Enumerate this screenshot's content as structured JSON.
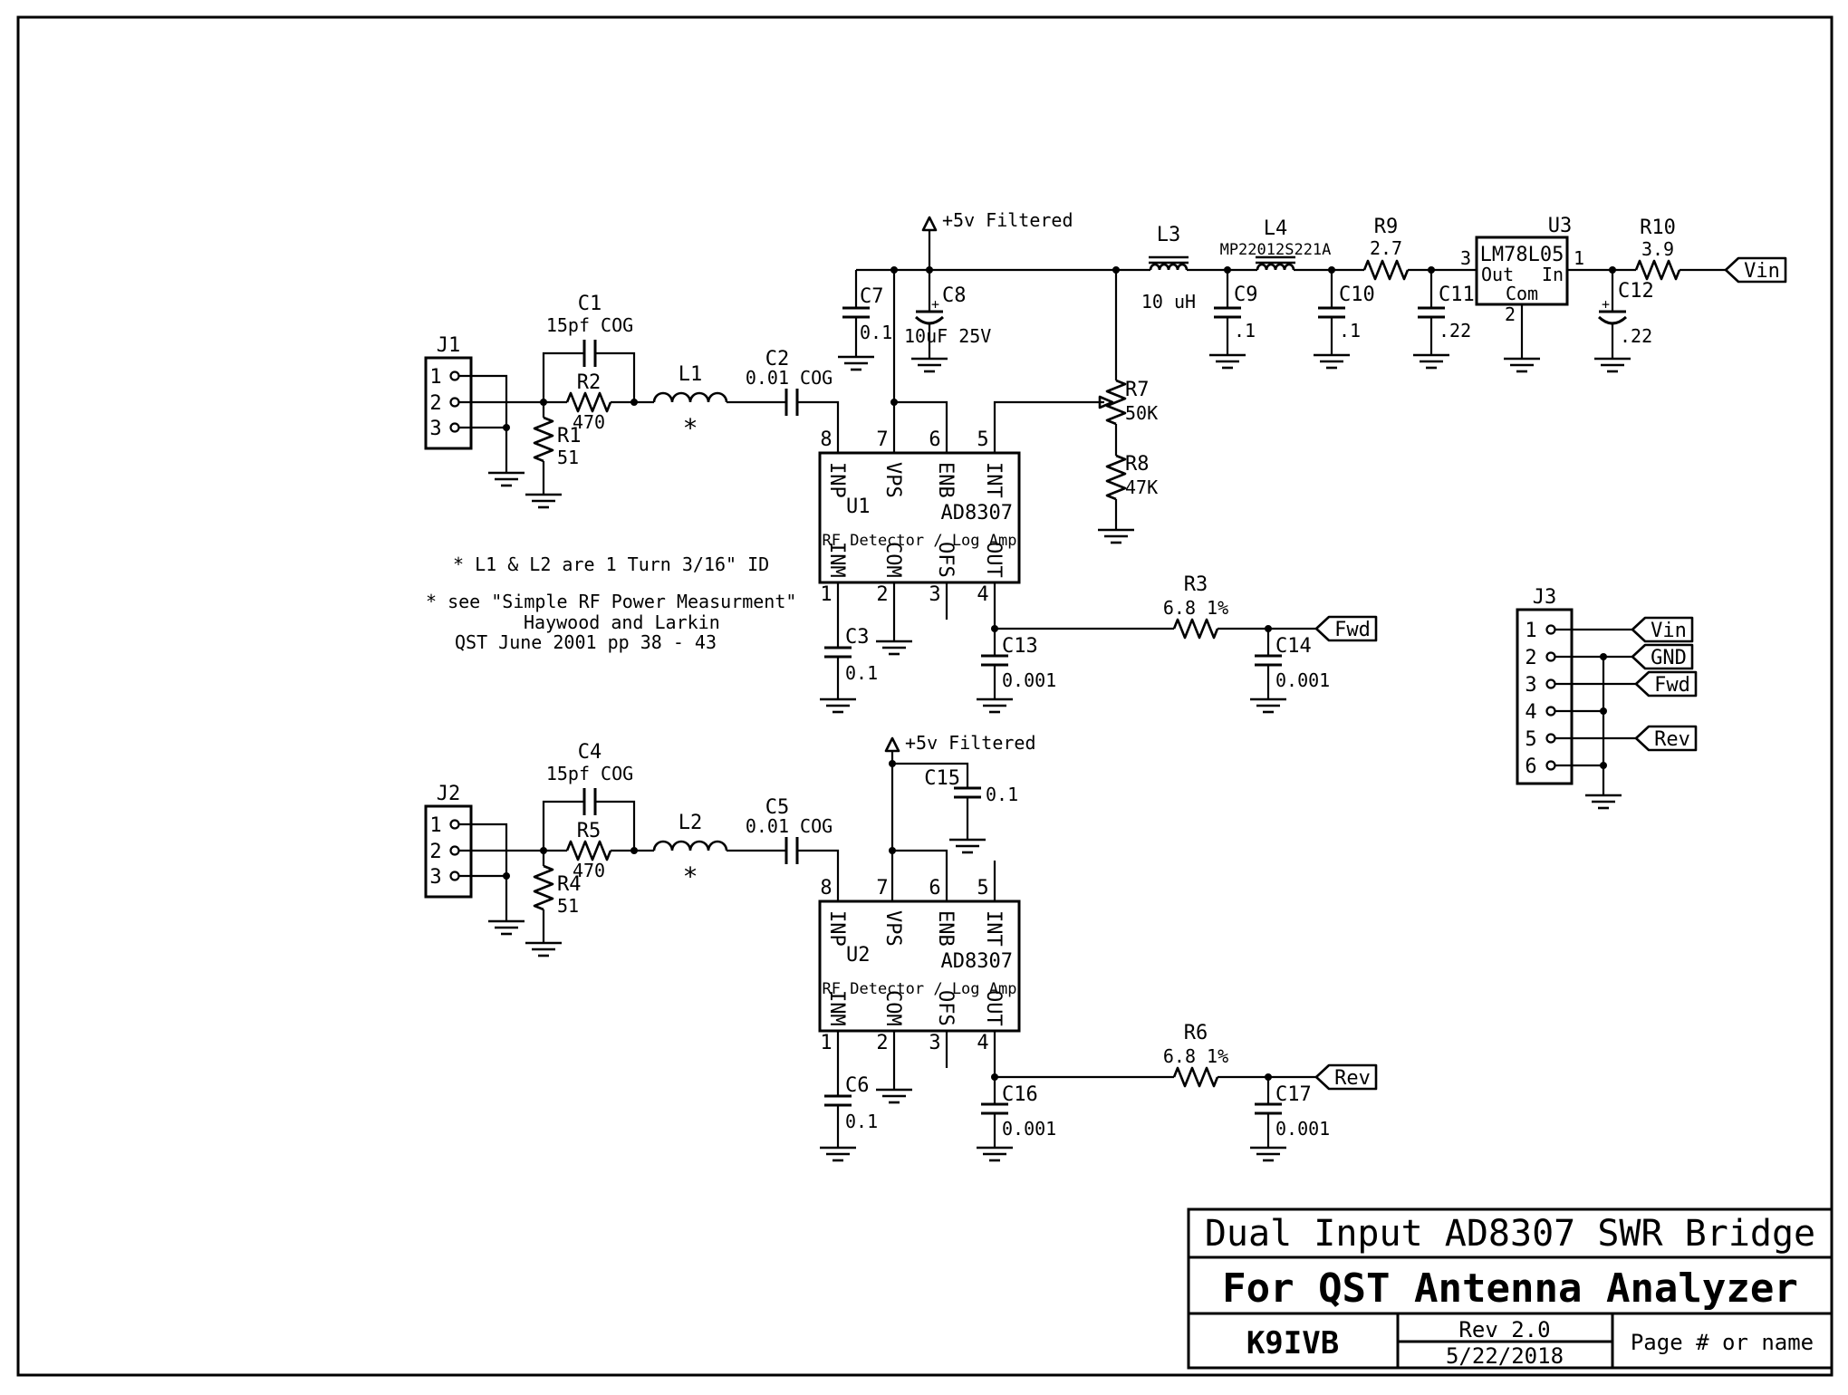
{
  "schematic": {
    "power_label": "+5v Filtered",
    "notes": [
      "* L1 & L2 are 1 Turn 3/16\" ID",
      "* see \"Simple RF Power Measurment\"",
      "Haywood and Larkin",
      "QST June 2001 pp 38 - 43"
    ],
    "connectors": {
      "j1": {
        "ref": "J1",
        "pins": [
          "1",
          "2",
          "3"
        ]
      },
      "j2": {
        "ref": "J2",
        "pins": [
          "1",
          "2",
          "3"
        ]
      },
      "j3": {
        "ref": "J3",
        "pins": [
          "1",
          "2",
          "3",
          "4",
          "5",
          "6"
        ]
      }
    },
    "flags": {
      "vin": "Vin",
      "gnd": "GND",
      "fwd": "Fwd",
      "rev": "Rev"
    },
    "ics": {
      "u1": {
        "ref": "U1",
        "part": "AD8307",
        "desc": "RF Detector / Log Amp",
        "top_pins": [
          "8",
          "7",
          "6",
          "5"
        ],
        "top_labels": [
          "INP",
          "VPS",
          "ENB",
          "INT"
        ],
        "bottom_pins": [
          "1",
          "2",
          "3",
          "4"
        ],
        "bottom_labels": [
          "INM",
          "COM",
          "OFS",
          "OUT"
        ]
      },
      "u2": {
        "ref": "U2",
        "part": "AD8307",
        "desc": "RF Detector / Log Amp",
        "top_pins": [
          "8",
          "7",
          "6",
          "5"
        ],
        "top_labels": [
          "INP",
          "VPS",
          "ENB",
          "INT"
        ],
        "bottom_pins": [
          "1",
          "2",
          "3",
          "4"
        ],
        "bottom_labels": [
          "INM",
          "COM",
          "OFS",
          "OUT"
        ]
      },
      "u3": {
        "ref": "U3",
        "part": "LM78L05",
        "left_label": "Out",
        "right_label": "In",
        "bottom_label": "Com",
        "left_pin": "3",
        "right_pin": "1",
        "bottom_pin": "2"
      }
    },
    "resistors": {
      "r1": {
        "ref": "R1",
        "value": "51"
      },
      "r2": {
        "ref": "R2",
        "value": "470"
      },
      "r3": {
        "ref": "R3",
        "value": "6.8 1%"
      },
      "r4": {
        "ref": "R4",
        "value": "51"
      },
      "r5": {
        "ref": "R5",
        "value": "470"
      },
      "r6": {
        "ref": "R6",
        "value": "6.8 1%"
      },
      "r7": {
        "ref": "R7",
        "value": "50K"
      },
      "r8": {
        "ref": "R8",
        "value": "47K"
      },
      "r9": {
        "ref": "R9",
        "value": "2.7"
      },
      "r10": {
        "ref": "R10",
        "value": "3.9"
      }
    },
    "capacitors": {
      "c1": {
        "ref": "C1",
        "value": "15pf COG"
      },
      "c2": {
        "ref": "C2",
        "value": "0.01 COG"
      },
      "c3": {
        "ref": "C3",
        "value": "0.1"
      },
      "c4": {
        "ref": "C4",
        "value": "15pf COG"
      },
      "c5": {
        "ref": "C5",
        "value": "0.01 COG"
      },
      "c6": {
        "ref": "C6",
        "value": "0.1"
      },
      "c7": {
        "ref": "C7",
        "value": "0.1"
      },
      "c8": {
        "ref": "C8",
        "value": "10uF 25V",
        "polarity": "+"
      },
      "c9": {
        "ref": "C9",
        "value": ".1"
      },
      "c10": {
        "ref": "C10",
        "value": ".1"
      },
      "c11": {
        "ref": "C11",
        "value": ".22"
      },
      "c12": {
        "ref": "C12",
        "value": ".22",
        "polarity": "+"
      },
      "c13": {
        "ref": "C13",
        "value": "0.001"
      },
      "c14": {
        "ref": "C14",
        "value": "0.001"
      },
      "c15": {
        "ref": "C15",
        "value": "0.1"
      },
      "c16": {
        "ref": "C16",
        "value": "0.001"
      },
      "c17": {
        "ref": "C17",
        "value": "0.001"
      }
    },
    "inductors": {
      "l1": {
        "ref": "L1",
        "note": "*"
      },
      "l2": {
        "ref": "L2",
        "note": "*"
      },
      "l3": {
        "ref": "L3",
        "value": "10 uH"
      },
      "l4": {
        "ref": "L4",
        "value": "MP22012S221A"
      }
    }
  },
  "title_block": {
    "title": "Dual Input AD8307 SWR Bridge",
    "subtitle": "For QST Antenna Analyzer",
    "author": "K9IVB",
    "revision": "Rev 2.0",
    "date": "5/22/2018",
    "page": "Page # or name"
  }
}
